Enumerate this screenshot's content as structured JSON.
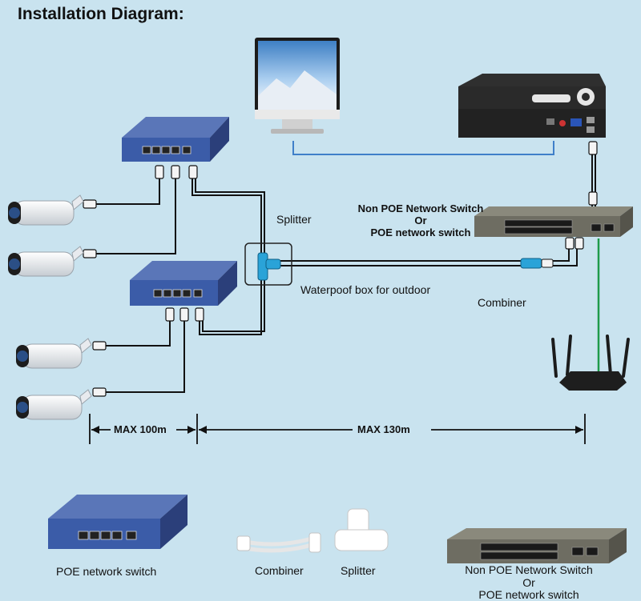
{
  "title": "Installation Diagram:",
  "labels": {
    "splitter": "Splitter",
    "waterproof_box": "Waterpoof box for outdoor",
    "combiner": "Combiner",
    "switch_top_line1": "Non POE Network Switch",
    "switch_top_line2": "Or",
    "switch_top_line3": "POE network switch",
    "max_100": "MAX 100m",
    "max_130": "MAX  130m"
  },
  "legend": {
    "poe_switch": "POE network switch",
    "combiner": "Combiner",
    "splitter": "Splitter",
    "switch_line1": "Non POE Network Switch",
    "switch_line2": "Or",
    "switch_line3": "POE network switch"
  },
  "colors": {
    "background": "#c9e3ef",
    "poe_switch": "#3b5ca8",
    "non_poe_switch": "#6e6d62",
    "cable": "#111111",
    "video_cable": "#3f7fc9",
    "connector_blue": "#2aa3d8"
  }
}
